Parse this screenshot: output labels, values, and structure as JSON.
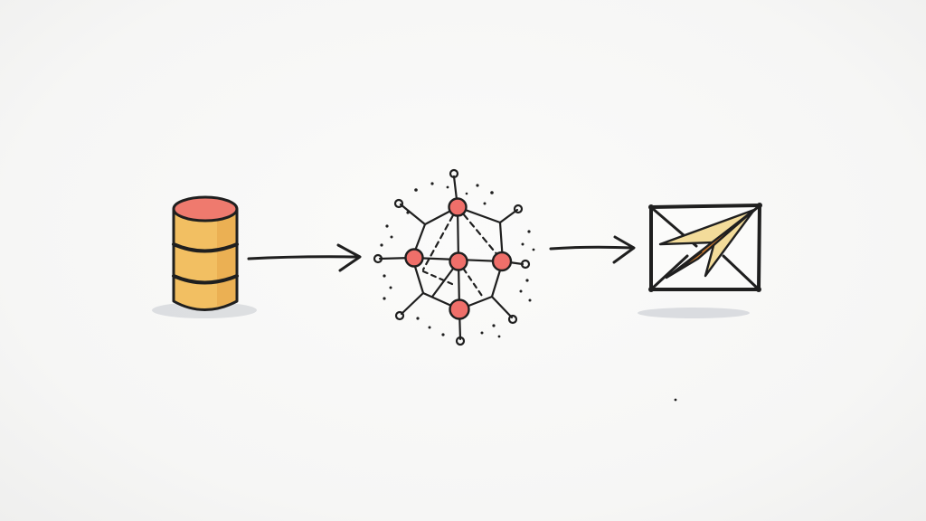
{
  "diagram": {
    "nodes": [
      {
        "id": "database",
        "icon": "database-icon"
      },
      {
        "id": "network",
        "icon": "network-graph-icon"
      },
      {
        "id": "email",
        "icon": "email-send-icon"
      }
    ],
    "edges": [
      {
        "from": "database",
        "to": "network"
      },
      {
        "from": "network",
        "to": "email"
      }
    ]
  },
  "colors": {
    "ink": "#1f1f1f",
    "cylinder_body": "#f2bf62",
    "cylinder_top": "#ef7a6e",
    "node_fill": "#ef6f6a",
    "plane_fill": "#f3dc9a",
    "plane_accent": "#c9782e",
    "shadow": "#c7cad0"
  }
}
